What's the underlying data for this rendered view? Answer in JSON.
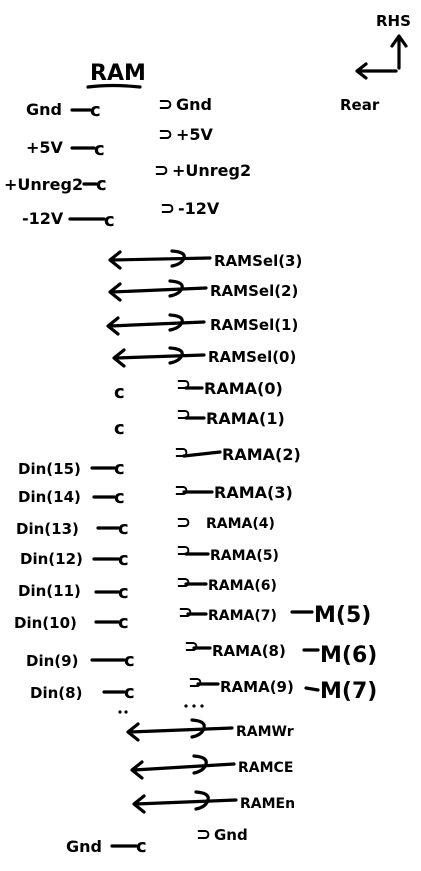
{
  "title": "RAM",
  "corner": {
    "top": "RHS",
    "bottom": "Rear"
  },
  "power_pins": [
    {
      "left": "Gnd",
      "right": "Gnd"
    },
    {
      "left": "+5V",
      "right": "+5V"
    },
    {
      "left": "+Unreg2",
      "right": "+Unreg2"
    },
    {
      "left": "-12V",
      "right": "-12V"
    }
  ],
  "bidir_signals": [
    "RAMSel(3)",
    "RAMSel(2)",
    "RAMSel(1)",
    "RAMSel(0)"
  ],
  "address_pins": [
    {
      "left": "",
      "right": "RAMA(0)",
      "suffix": ""
    },
    {
      "left": "",
      "right": "RAMA(1)",
      "suffix": ""
    },
    {
      "left": "",
      "right": "RAMA(2)",
      "suffix": ""
    },
    {
      "left": "Din(15)",
      "right": "RAMA(3)",
      "suffix": ""
    },
    {
      "left": "Din(14)",
      "right": "RAMA(4)",
      "suffix": ""
    },
    {
      "left": "Din(13)",
      "right": "RAMA(5)",
      "suffix": ""
    },
    {
      "left": "Din(12)",
      "right": "RAMA(6)",
      "suffix": ""
    },
    {
      "left": "Din(11)",
      "right": "RAMA(7)",
      "suffix": "M(5)"
    },
    {
      "left": "Din(10)",
      "right": "RAMA(8)",
      "suffix": "M(6)"
    },
    {
      "left": "Din(9)",
      "right": "RAMA(9)",
      "suffix": "M(7)"
    },
    {
      "left": "Din(8)",
      "right": "",
      "suffix": ""
    }
  ],
  "control_signals": [
    "RAMWr",
    "RAMCE",
    "RAMEn"
  ],
  "footer": {
    "left": "Gnd",
    "right": "Gnd"
  }
}
